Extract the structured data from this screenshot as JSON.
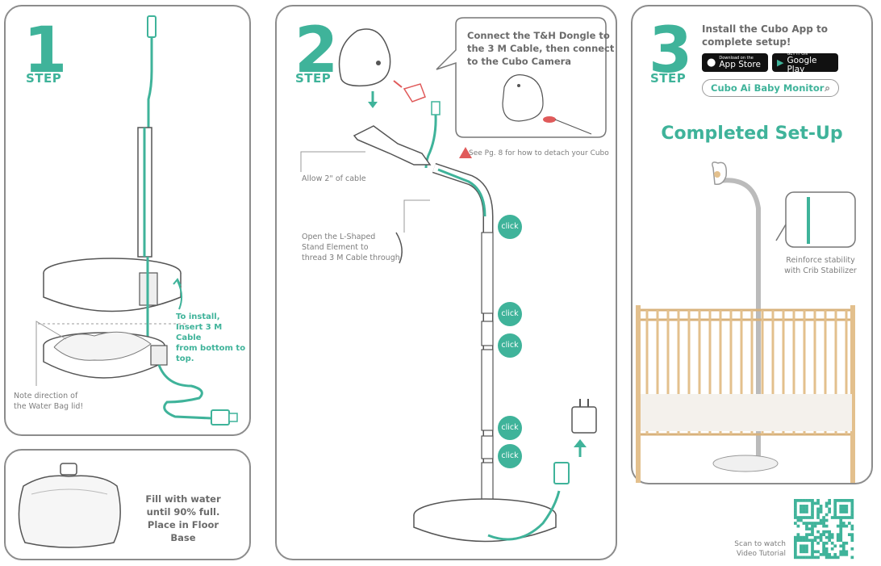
{
  "step1": {
    "number": "1",
    "step_label": "STEP",
    "install_note": [
      "To install,",
      "Insert 3 M Cable",
      "from bottom to top."
    ],
    "water_bag_note": [
      "Note direction of",
      "the Water Bag lid!"
    ]
  },
  "fill_panel": {
    "text": [
      "Fill with water",
      "until 90% full.",
      "Place in Floor Base"
    ]
  },
  "step2": {
    "number": "2",
    "step_label": "STEP",
    "callout": [
      "Connect the T&H Dongle to",
      "the 3 M Cable, then connect",
      "to the Cubo Camera"
    ],
    "warning": "See Pg. 8 for how to detach your Cubo",
    "allow_cable": "Allow 2\" of cable",
    "open_stand": [
      "Open the L-Shaped",
      "Stand Element to",
      "thread 3 M Cable through"
    ],
    "click_label": "click"
  },
  "step3": {
    "number": "3",
    "step_label": "STEP",
    "install_app": [
      "Install the Cubo App to",
      "complete setup!"
    ],
    "app_store": {
      "small": "Download on the",
      "main": "App Store"
    },
    "google_play": {
      "small": "GET IT ON",
      "main": "Google Play"
    },
    "search_text": "Cubo Ai Baby Monitor",
    "completed": "Completed Set-Up",
    "reinforce": [
      "Reinforce stability",
      "with Crib Stabilizer"
    ],
    "scan": [
      "Scan to watch",
      "Video Tutorial"
    ]
  },
  "colors": {
    "teal": "#3fb39a",
    "border": "#8c8c8c",
    "text": "#6b6b6b",
    "wood": "#e3c08d"
  }
}
